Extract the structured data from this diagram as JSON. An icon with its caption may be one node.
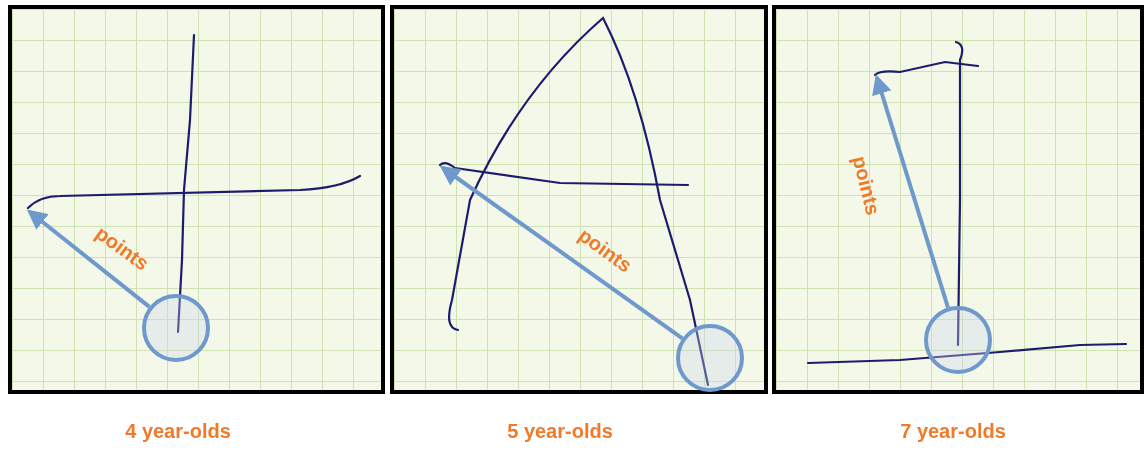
{
  "diagram": {
    "nodes": [
      {
        "text": [
          "4 year-olds"
        ]
      },
      {
        "text": [],
        "shape": "circle",
        "in": 0
      },
      {
        "text": [
          "5 year-olds"
        ]
      },
      {
        "text": [],
        "shape": "circle",
        "in": 2
      },
      {
        "text": [
          "7 year-olds"
        ]
      },
      {
        "text": [],
        "shape": "circle",
        "in": 4
      }
    ],
    "edges": [
      {
        "from": 1,
        "to": null,
        "arrow": "to",
        "label": "points"
      },
      {
        "from": 3,
        "to": null,
        "arrow": "to",
        "label": "points"
      },
      {
        "from": 5,
        "to": null,
        "arrow": "to",
        "label": "points"
      }
    ]
  }
}
